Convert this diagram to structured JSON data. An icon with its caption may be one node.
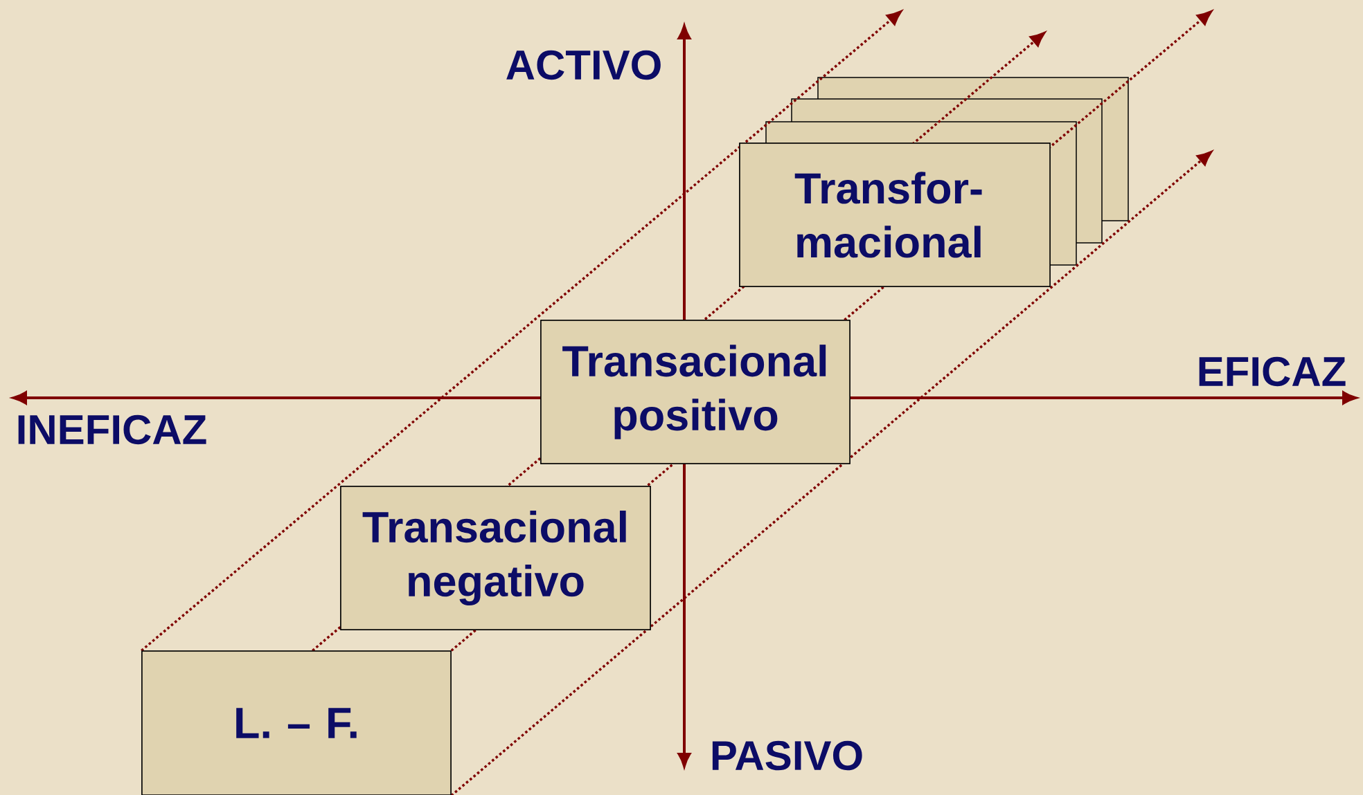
{
  "diagram": {
    "nodes": [
      {
        "text": [],
        "shape": "box"
      },
      {
        "text": [],
        "shape": "box"
      },
      {
        "text": [],
        "shape": "box"
      },
      {
        "text": [
          "Transfor- macional"
        ]
      },
      {
        "text": [
          "Transacional positivo"
        ]
      },
      {
        "text": [
          "Transacional negativo"
        ]
      },
      {
        "text": [
          "L. – F."
        ]
      }
    ],
    "edges": [
      {
        "from": 6,
        "to": null,
        "arrow": "to",
        "style": "dashed"
      },
      {
        "from": 6,
        "to": null,
        "arrow": "to",
        "style": "dashed"
      },
      {
        "from": 6,
        "to": null,
        "arrow": "to",
        "style": "dashed"
      },
      {
        "from": 6,
        "to": null,
        "arrow": "to",
        "style": "dashed"
      }
    ],
    "labels": [
      "ACTIVO",
      "EFICAZ",
      "INEFICAZ",
      "PASIVO"
    ]
  }
}
